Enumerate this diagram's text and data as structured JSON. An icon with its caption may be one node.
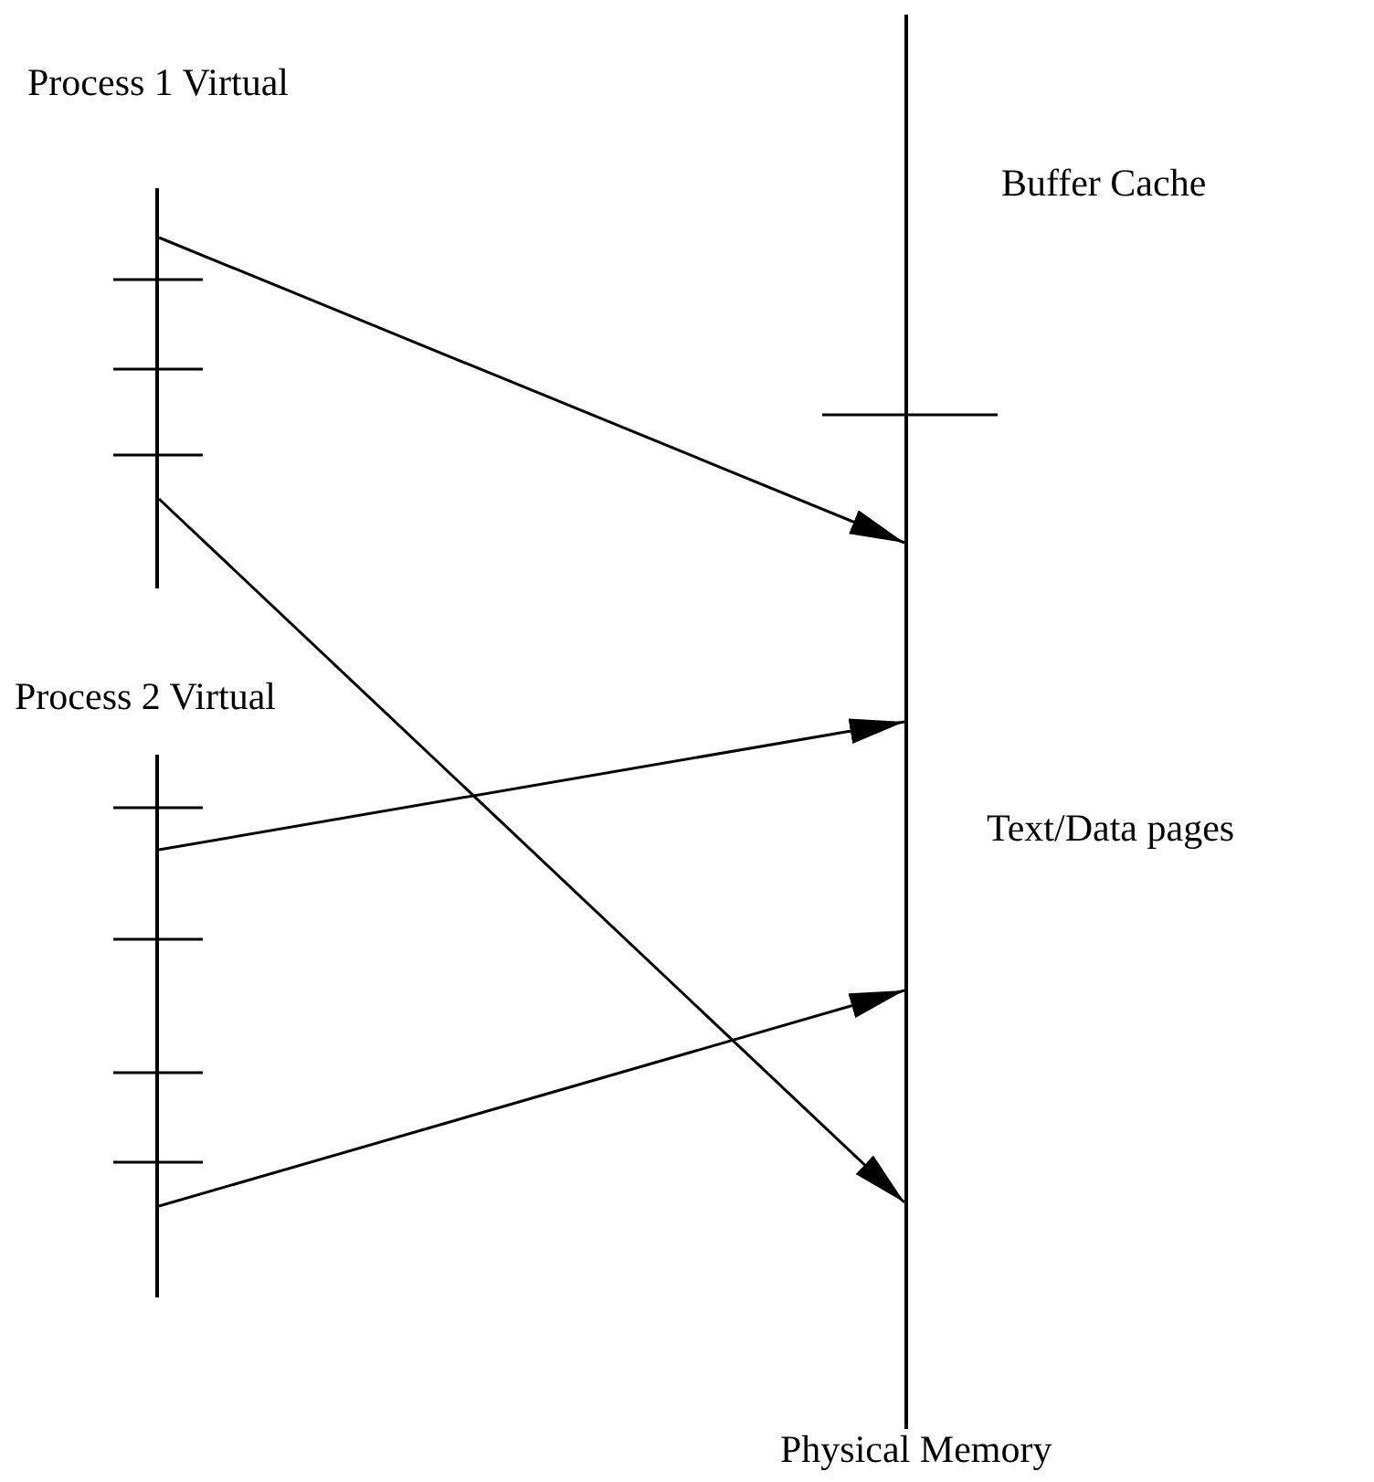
{
  "diagram": {
    "nodes": [
      {
        "text": [
          "Process 1 Virtual"
        ]
      },
      {
        "text": [
          "Process 2 Virtual"
        ]
      },
      {
        "text": [
          "Physical Memory"
        ]
      }
    ],
    "edges": [
      {
        "from": 0,
        "to": 2,
        "arrow": "to"
      },
      {
        "from": 0,
        "to": 2,
        "arrow": "to"
      },
      {
        "from": 1,
        "to": 2,
        "arrow": "to"
      },
      {
        "from": 1,
        "to": 2,
        "arrow": "to"
      }
    ],
    "labels": [
      "Buffer Cache",
      "Text/Data pages"
    ]
  }
}
